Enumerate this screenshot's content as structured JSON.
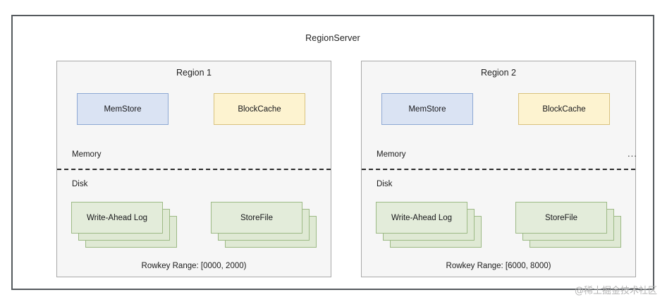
{
  "diagram": {
    "server": {
      "title": "RegionServer"
    },
    "tier_labels": {
      "memory": "Memory",
      "disk": "Disk"
    },
    "more_regions_indicator": "...",
    "regions": [
      {
        "title": "Region 1",
        "memory_components": [
          {
            "label": "MemStore",
            "color": "#dae3f3",
            "border": "#8ea9d4"
          },
          {
            "label": "BlockCache",
            "color": "#fdf3d0",
            "border": "#d9c27e"
          }
        ],
        "disk_components": [
          {
            "label": "Write-Ahead Log",
            "color": "#e3ecda",
            "border": "#9dba86",
            "stack_count": 3
          },
          {
            "label": "StoreFile",
            "color": "#e3ecda",
            "border": "#9dba86",
            "stack_count": 3
          }
        ],
        "rowkey_range": "Rowkey Range: [0000, 2000)"
      },
      {
        "title": "Region 2",
        "memory_components": [
          {
            "label": "MemStore",
            "color": "#dae3f3",
            "border": "#8ea9d4"
          },
          {
            "label": "BlockCache",
            "color": "#fdf3d0",
            "border": "#d9c27e"
          }
        ],
        "disk_components": [
          {
            "label": "Write-Ahead Log",
            "color": "#e3ecda",
            "border": "#9dba86",
            "stack_count": 3
          },
          {
            "label": "StoreFile",
            "color": "#e3ecda",
            "border": "#9dba86",
            "stack_count": 3
          }
        ],
        "rowkey_range": "Rowkey Range: [6000, 8000)"
      }
    ]
  },
  "watermark": {
    "text": "@稀土掘金技术社区"
  }
}
